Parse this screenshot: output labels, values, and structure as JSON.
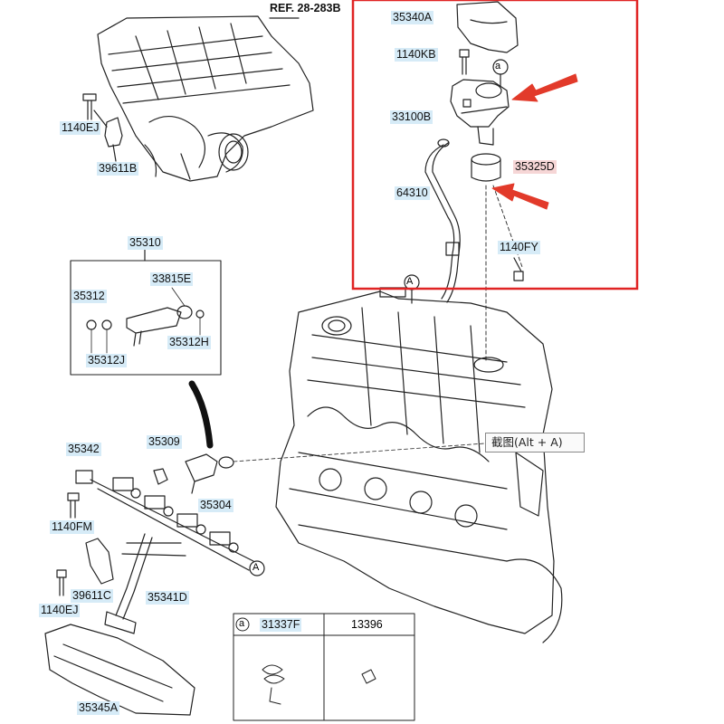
{
  "ref_label": "REF. 28-283B",
  "callout_letter": "a",
  "connector_letter": "A",
  "tooltip": "截图(Alt + A)",
  "parts": {
    "p35340A": "35340A",
    "p1140KB": "1140KB",
    "p33100B": "33100B",
    "p35325D": "35325D",
    "p64310": "64310",
    "p1140FY": "1140FY",
    "p1140EJ_top": "1140EJ",
    "p39611B": "39611B",
    "p35310": "35310",
    "p33815E": "33815E",
    "p35312": "35312",
    "p35312J": "35312J",
    "p35312H": "35312H",
    "p35342": "35342",
    "p35309": "35309",
    "p35304": "35304",
    "p1140FM": "1140FM",
    "p39611C": "39611C",
    "p1140EJ_bottom": "1140EJ",
    "p35341D": "35341D",
    "p35345A": "35345A"
  },
  "table": {
    "head_callout": "a",
    "col1": "31337F",
    "col2": "13396"
  },
  "colors": {
    "highlight_frame": "#e02424",
    "arrow": "#e23a2a",
    "label_blue": "#d6ebf7",
    "label_red": "#f6d6d6",
    "line_art": "#222222"
  }
}
